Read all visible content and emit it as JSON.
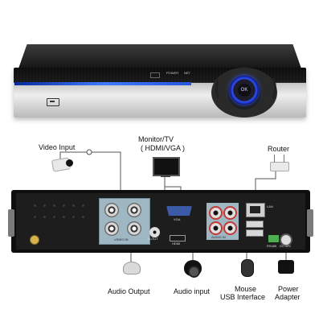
{
  "front_panel": {
    "led_labels": [
      "POWER",
      "NET"
    ],
    "control_center": "OK"
  },
  "rear_panel": {
    "port_labels": {
      "video_in": "VIDEO IN",
      "vga": "VGA",
      "hdmi": "HDMI",
      "audio_in": "AUDIO IN",
      "audio_out": "N-OUT",
      "lan": "LAN",
      "rs485": "RS485",
      "dc": "DC 12V"
    }
  },
  "labels": {
    "video_input": "Video Input",
    "monitor_line1": "Monitor/TV",
    "monitor_line2": "( HDMI/VGA )",
    "router": "Router",
    "audio_output": "Audio Output",
    "audio_input": "Audio input",
    "mouse_line1": "Mouse",
    "mouse_line2": "USB Interface",
    "power_line1": "Power",
    "power_line2": "Adapter"
  },
  "colors": {
    "accent_blue": "#3050ff",
    "bnc_panel": "#9fb7c2",
    "line": "#555555"
  }
}
